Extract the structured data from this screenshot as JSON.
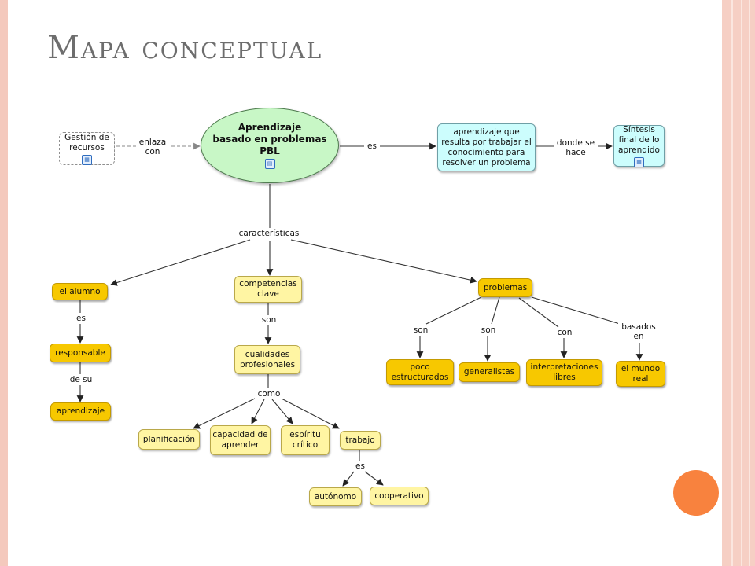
{
  "title": "Mapa conceptual",
  "nodes": {
    "main": [
      "Aprendizaje",
      "basado en problemas",
      "PBL"
    ],
    "gestion": "Gestión de recursos",
    "aprendizaje_que": "aprendizaje que resulta por trabajar el conocimiento para resolver un problema",
    "sintesis": "Síntesis final de lo aprendido",
    "alumno": "el alumno",
    "responsable": "responsable",
    "aprendizaje": "aprendizaje",
    "competencias": "competencias clave",
    "cualidades": "cualidades profesionales",
    "planificacion": "planificación",
    "capacidad": "capacidad de aprender",
    "espiritu": "espíritu crítico",
    "trabajo": "trabajo",
    "autonomo": "autónomo",
    "cooperativo": "cooperativo",
    "problemas": "problemas",
    "poco": "poco estructurados",
    "generalistas": "generalistas",
    "interpretaciones": "interpretaciones libres",
    "mundo": "el mundo real"
  },
  "links": {
    "enlaza": "enlaza con",
    "es_main": "es",
    "donde": "donde se hace",
    "caracteristicas": "características",
    "es_alumno": "es",
    "de_su": "de su",
    "son_comp": "son",
    "como": "como",
    "es_trabajo": "es",
    "son_poco": "son",
    "son_gen": "son",
    "con": "con",
    "basados": "basados en"
  },
  "icons": {
    "gestion_icon": "resource-map-icon",
    "main_icon": "document-icon",
    "sintesis_icon": "resource-map-icon"
  },
  "colors": {
    "accent_orange": "#f8823e",
    "node_yellow": "#f7c800",
    "node_pale_yellow": "#fff5a3",
    "node_cyan": "#ccfdfd",
    "node_green": "#c8f7c6"
  }
}
